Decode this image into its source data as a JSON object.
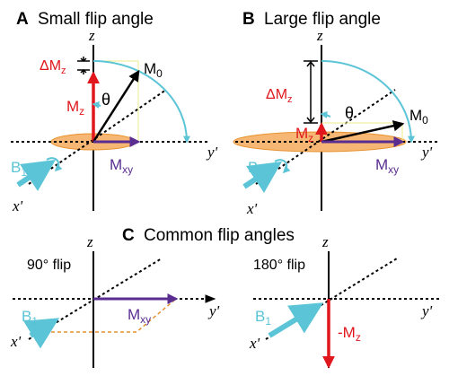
{
  "colors": {
    "red": "#e0171c",
    "purple": "#5a2d91",
    "cyan": "#5bc4d6",
    "orange": "#f7b774",
    "orange_edge": "#e6922e",
    "dark": "#000000"
  },
  "panels": {
    "a": {
      "letter": "A",
      "title": "Small flip angle",
      "z": "z",
      "y": "y'",
      "x": "x'",
      "delta": "ΔM",
      "delta_sub": "z",
      "mz": "M",
      "mz_sub": "z",
      "m0": "M",
      "m0_sub": "0",
      "theta": "θ",
      "mxy": "M",
      "mxy_sub": "xy",
      "b1": "B",
      "b1_sub": "1"
    },
    "b": {
      "letter": "B",
      "title": "Large flip angle",
      "z": "z",
      "y": "y'",
      "x": "x'",
      "delta": "ΔM",
      "delta_sub": "z",
      "mz": "M",
      "mz_sub": "z",
      "m0": "M",
      "m0_sub": "0",
      "theta": "θ",
      "mxy": "M",
      "mxy_sub": "xy",
      "b1": "B",
      "b1_sub": "1"
    },
    "c": {
      "letter": "C",
      "title": "Common flip angles",
      "left": {
        "label": "90° flip",
        "z": "z",
        "y": "y'",
        "x": "x'",
        "mxy": "M",
        "mxy_sub": "xy",
        "b1": "B",
        "b1_sub": "1"
      },
      "right": {
        "label": "180° flip",
        "z": "z",
        "y": "y'",
        "x": "x'",
        "mz": "-M",
        "mz_sub": "z",
        "b1": "B",
        "b1_sub": "1"
      }
    }
  }
}
